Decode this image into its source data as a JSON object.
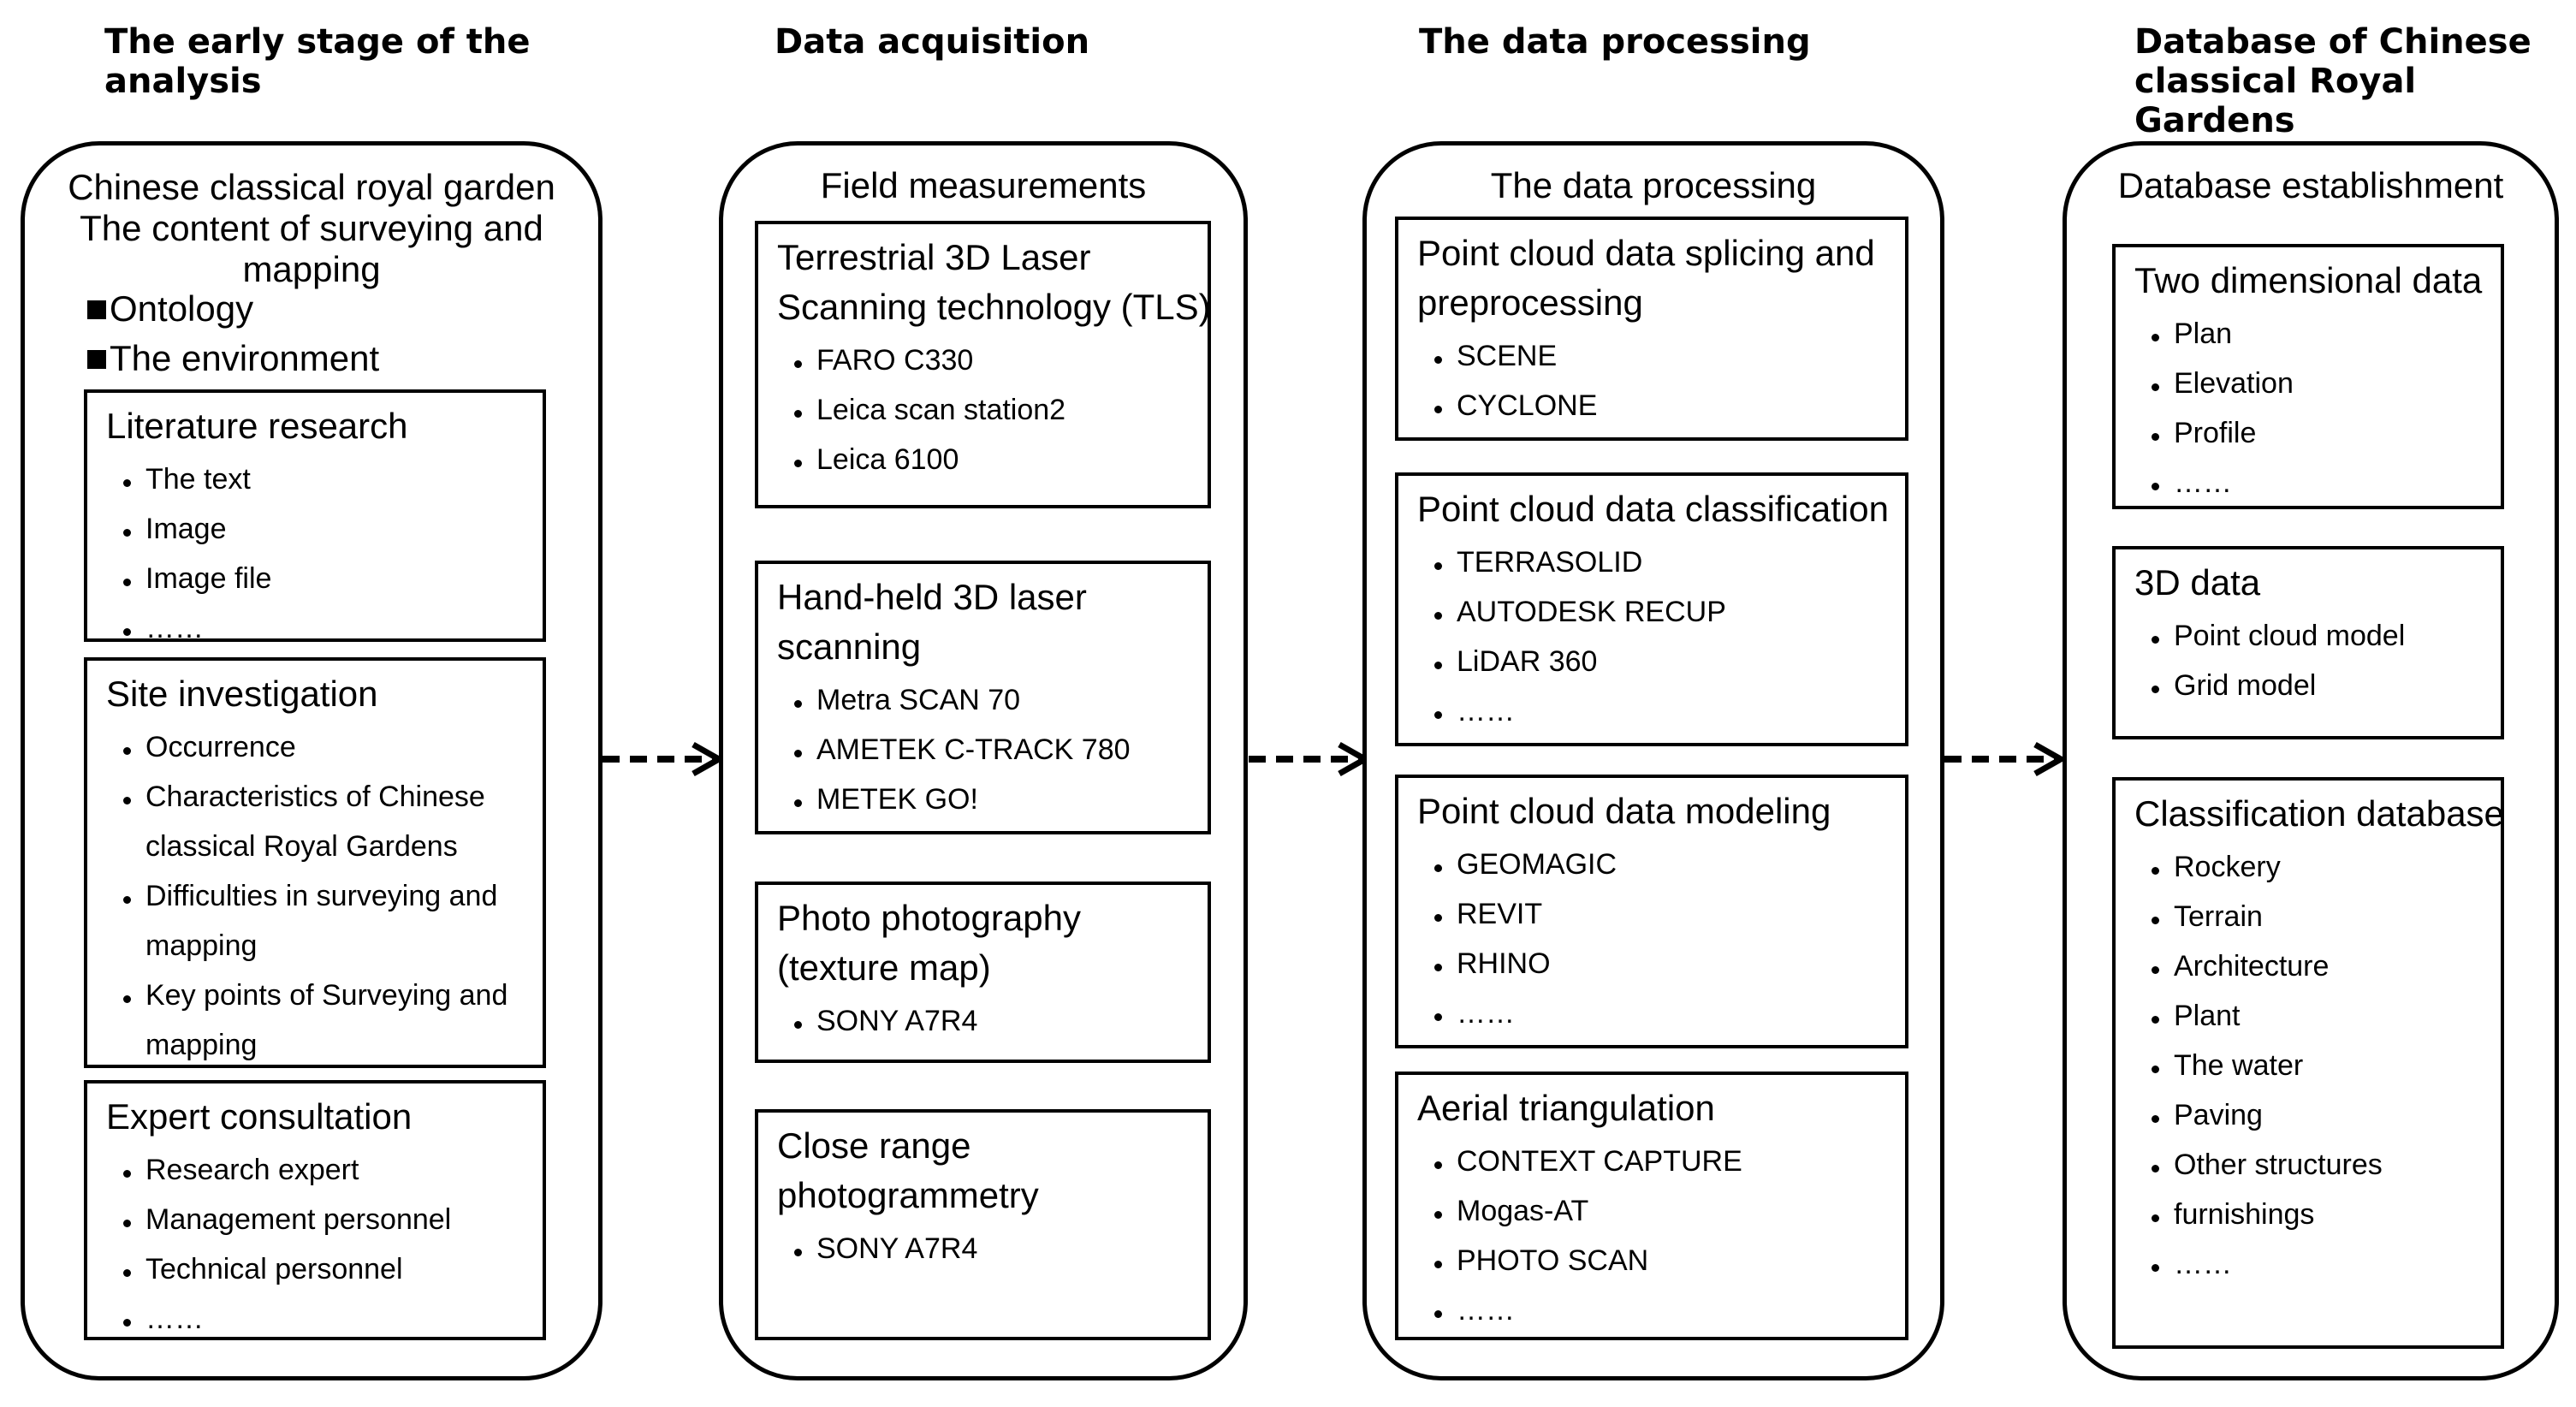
{
  "headings": [
    "The early stage of the analysis",
    "Data acquisition",
    "The data processing",
    "Database of Chinese classical Royal Gardens"
  ],
  "heading_lines": {
    "h0": [
      "The early stage of the",
      "analysis"
    ],
    "h3": [
      "Database of Chinese",
      "classical Royal Gardens"
    ]
  },
  "columns": [
    {
      "title_lines": [
        "Chinese classical royal garden",
        "The content of surveying and",
        "mapping"
      ],
      "markers": [
        "Ontology",
        "The environment"
      ],
      "boxes": [
        {
          "title": "Literature research",
          "items": [
            "The text",
            "Image",
            "Image file",
            "……"
          ]
        },
        {
          "title": "Site investigation",
          "items": [
            "Occurrence",
            "Characteristics of Chinese classical Royal Gardens",
            "Difficulties in surveying and mapping",
            "Key points of Surveying and mapping"
          ]
        },
        {
          "title": "Expert consultation",
          "items": [
            "Research expert",
            "Management personnel",
            "Technical personnel",
            "……"
          ]
        }
      ]
    },
    {
      "title": "Field measurements",
      "boxes": [
        {
          "title": "Terrestrial 3D Laser Scanning technology (TLS)",
          "items": [
            "FARO C330",
            "Leica scan station2",
            "Leica 6100"
          ]
        },
        {
          "title": "Hand-held 3D laser scanning",
          "items": [
            "Metra SCAN 70",
            "AMETEK C-TRACK 780",
            "METEK GO!"
          ]
        },
        {
          "title": "Photo photography (texture map)",
          "items": [
            "SONY A7R4"
          ]
        },
        {
          "title": "Close range photogrammetry",
          "items": [
            "SONY A7R4"
          ]
        }
      ]
    },
    {
      "title": "The data processing",
      "boxes": [
        {
          "title": "Point cloud data splicing and preprocessing",
          "items": [
            "SCENE",
            "CYCLONE"
          ]
        },
        {
          "title": "Point cloud data classification",
          "items": [
            "TERRASOLID",
            "AUTODESK RECUP",
            "LiDAR 360",
            "……"
          ]
        },
        {
          "title": "Point cloud data modeling",
          "items": [
            "GEOMAGIC",
            "REVIT",
            "RHINO",
            "……"
          ]
        },
        {
          "title": "Aerial triangulation",
          "items": [
            "CONTEXT CAPTURE",
            "Mogas-AT",
            "PHOTO SCAN",
            "……"
          ]
        }
      ]
    },
    {
      "title": "Database establishment",
      "boxes": [
        {
          "title": "Two dimensional data",
          "items": [
            "Plan",
            "Elevation",
            "Profile",
            "……"
          ]
        },
        {
          "title": "3D data",
          "items": [
            "Point cloud model",
            "Grid model"
          ]
        },
        {
          "title": "Classification database",
          "items": [
            "Rockery",
            "Terrain",
            "Architecture",
            "Plant",
            "The water",
            "Paving",
            "Other structures",
            "furnishings",
            "……"
          ]
        }
      ]
    }
  ],
  "wrapped": {
    "c0b1i1": [
      "Characteristics of Chinese",
      "classical Royal Gardens"
    ],
    "c0b1i2": [
      "Difficulties in surveying and",
      "mapping"
    ],
    "c0b1i3": [
      "Key points of Surveying and",
      "mapping"
    ],
    "c1b0t": [
      "Terrestrial 3D Laser",
      "Scanning technology (TLS)"
    ],
    "c1b1t": [
      "Hand-held 3D laser",
      "scanning"
    ],
    "c1b2t": [
      "Photo photography",
      "(texture map)"
    ],
    "c1b3t": [
      "Close range",
      "photogrammetry"
    ],
    "c2b0t": [
      "Point cloud data splicing and",
      "preprocessing"
    ]
  }
}
